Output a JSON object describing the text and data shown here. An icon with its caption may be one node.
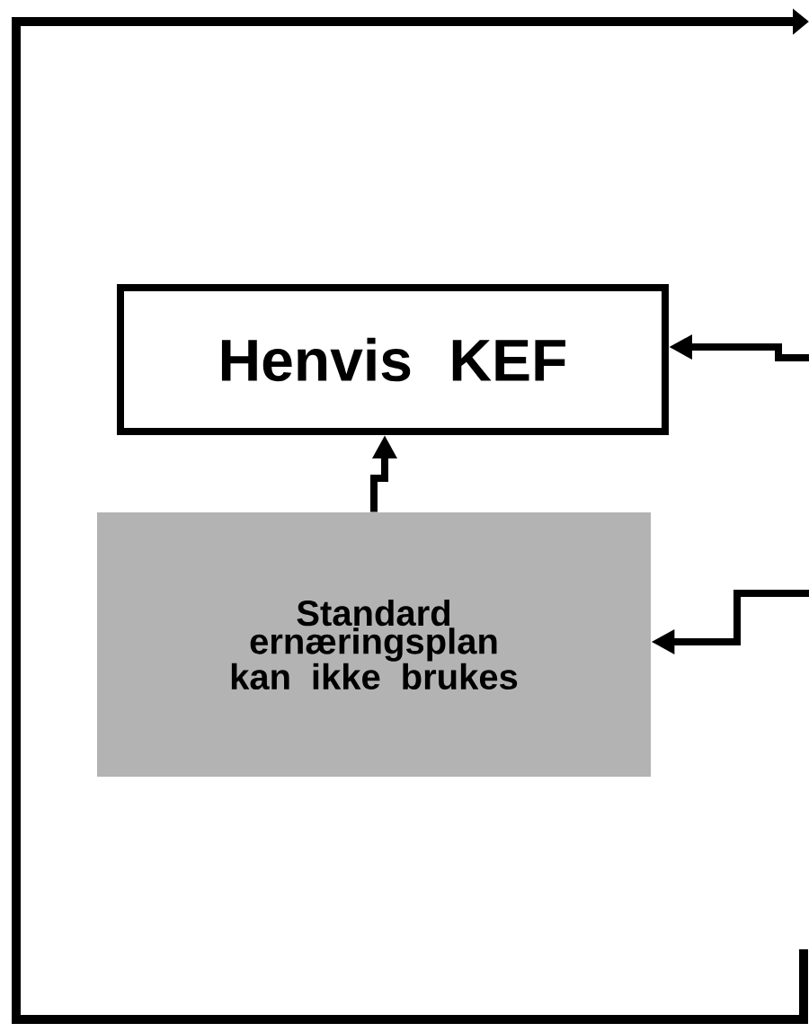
{
  "diagram": {
    "nodes": [
      {
        "text": [
          "Henvis KEF"
        ]
      },
      {
        "text": [
          "Standard ernæringsplan kan ikke brukes"
        ]
      }
    ],
    "edges": [
      {
        "from": null,
        "to": 0,
        "arrow": "to"
      },
      {
        "from": null,
        "to": 1,
        "arrow": "to"
      },
      {
        "from": 1,
        "to": 0,
        "arrow": "to"
      }
    ]
  }
}
